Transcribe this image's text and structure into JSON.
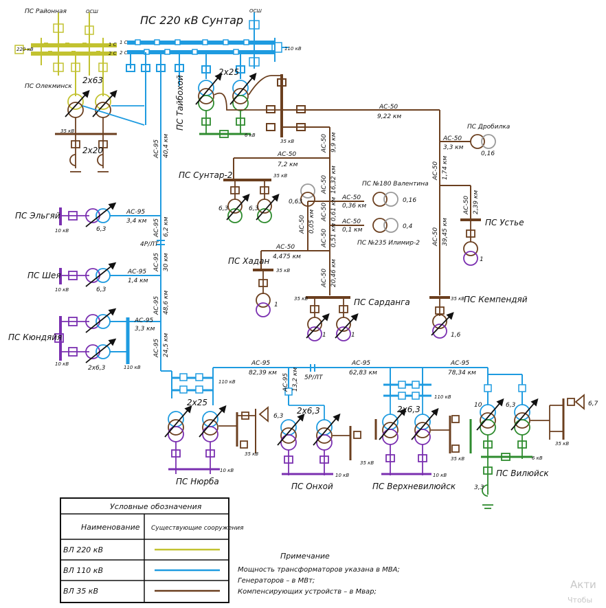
{
  "title": "ПС 220 кВ Сунтар",
  "colors": {
    "v220": "#c2c230",
    "v110": "#1e9be0",
    "v35": "#6b3f1f",
    "gen": "#2e8b2e",
    "comp": "#7a2fb0",
    "black": "#111111"
  },
  "substations": {
    "raionnaya": "ПС Районная",
    "olekminsk": "ПС Олекминск",
    "taibokhoi": "ПС Тайбохой",
    "suntar2": "ПС Сунтар-2",
    "elgyay": "ПС Эльгяй",
    "sheya": "ПС Шея",
    "kyundyaya": "ПС Кюндяйя",
    "khadan": "ПС Хадан",
    "sardanga": "ПС Сарданга",
    "valentina": "ПС №180 Валентина",
    "ilimir": "ПС №235 Илимир-2",
    "drobilka": "ПС Дробилка",
    "ustye": "ПС Устье",
    "kempendyay": "ПС Кемпендяй",
    "nyurba": "ПС Нюрба",
    "onkhoy": "ПС Онхой",
    "verkhnevilyuysk": "ПС Верхневилюйск",
    "vilyuysk": "ПС Вилюйск"
  },
  "bus_labels": {
    "b1c": "1 С",
    "b2c": "2 С",
    "l1c": "1 С",
    "l2c": "2 С",
    "kv220": "220 кВ",
    "kv110top": "110 кВ",
    "osh_left": "ОСШ",
    "osh_right": "ОСШ"
  },
  "lines": {
    "l1_wire": "АС-50",
    "l1_len": "9,22 км",
    "l2_wire": "АС-50",
    "l2_len": "3,3 км",
    "l3_wire": "АС-50",
    "l3_len": "7,2 км",
    "l4_wire": "АС-50",
    "l4_len": "9,9 км",
    "l5_wire": "АС-50",
    "l5_len": "16,32 км",
    "l6_wire": "АС-50",
    "l6_len": "0,36 км",
    "l7_wire": "АС-50",
    "l7_len": "0,1 км",
    "l8_wire": "АС-50",
    "l8_len": "0,61 км",
    "l9_wire": "АС-50",
    "l9_len": "0,51 км",
    "l10_wire": "АС-50",
    "l10_len": "0,05 км",
    "l11_wire": "АС-50",
    "l11_len": "4,475 км",
    "l12_wire": "АС-50",
    "l12_len": "20,46 км",
    "l13_wire": "АС-50",
    "l13_len": "1,74 км",
    "l14_wire": "АС-50",
    "l14_len": "2,39 км",
    "l15_wire": "АС-50",
    "l15_len": "39,45 км",
    "m1_wire": "АС-95",
    "m1_len": "40,4 км",
    "m2_wire": "АС-95",
    "m2_len": "3,4 км",
    "m3_wire": "АС-95",
    "m3_len": "6,2 км",
    "m4_wire": "АС-95",
    "m4_len": "1,4 км",
    "m5_wire": "АС-95",
    "m5_len": "30 км",
    "m6_wire": "АС-95",
    "m6_len": "48,6 км",
    "m7_wire": "АС-95",
    "m7_len": "3,3 км",
    "m8_wire": "АС-95",
    "m8_len": "24,5 км",
    "m9_wire": "АС-95",
    "m9_len": "82,39 км",
    "m10_wire": "АС-95",
    "m10_len": "13,2 км",
    "m11_wire": "АС-95",
    "m11_len": "62,83 км",
    "m12_wire": "АС-95",
    "m12_len": "78,34 км",
    "rlt4": "4Р/ЛТ",
    "rlt5": "5Р/ЛТ"
  },
  "ratings": {
    "olek_tr": "2х63",
    "olek_comp": "2х20",
    "sun_tr": "2х25",
    "suntar2_a": "6,3",
    "suntar2_b": "6,3",
    "elgyay": "6,3",
    "sheya": "6,3",
    "kyund": "2х6,3",
    "khadan": "1",
    "sard_a": "1",
    "sard_b": "1",
    "valentina": "0,16",
    "ilimir": "0,4",
    "small063": "0,63",
    "drobilka": "0,16",
    "ustye": "1",
    "kempendyay": "1,6",
    "nyurba_tr": "2х25",
    "nyurba_comp": "6,3",
    "onkhoy_tr": "2х6,3",
    "verkh_tr": "2х6,3",
    "vil_a": "10",
    "vil_b": "6,3",
    "vil_gen": "6,7",
    "vil_comp": "3,3"
  },
  "kv_labels": {
    "k10": "10 кВ",
    "k35": "35 кВ",
    "k110": "110 кВ",
    "k6": "6 кВ"
  },
  "legend": {
    "title": "Условные обозначения",
    "col_name": "Наименование",
    "col_exist": "Существующие сооружения",
    "rows": [
      {
        "name": "ВЛ 220 кВ",
        "color": "#c2c230"
      },
      {
        "name": "ВЛ 110 кВ",
        "color": "#1e9be0"
      },
      {
        "name": "ВЛ 35 кВ",
        "color": "#6b3f1f"
      }
    ]
  },
  "notes": {
    "title": "Примечание",
    "line1": "Мощность трансформаторов указана в МВА;",
    "line2": "Генераторов – в МВт;",
    "line3": "Компенсирующих устройств – в Мвар;"
  },
  "watermark": {
    "line1": "Акти",
    "line2": "Чтобы"
  }
}
